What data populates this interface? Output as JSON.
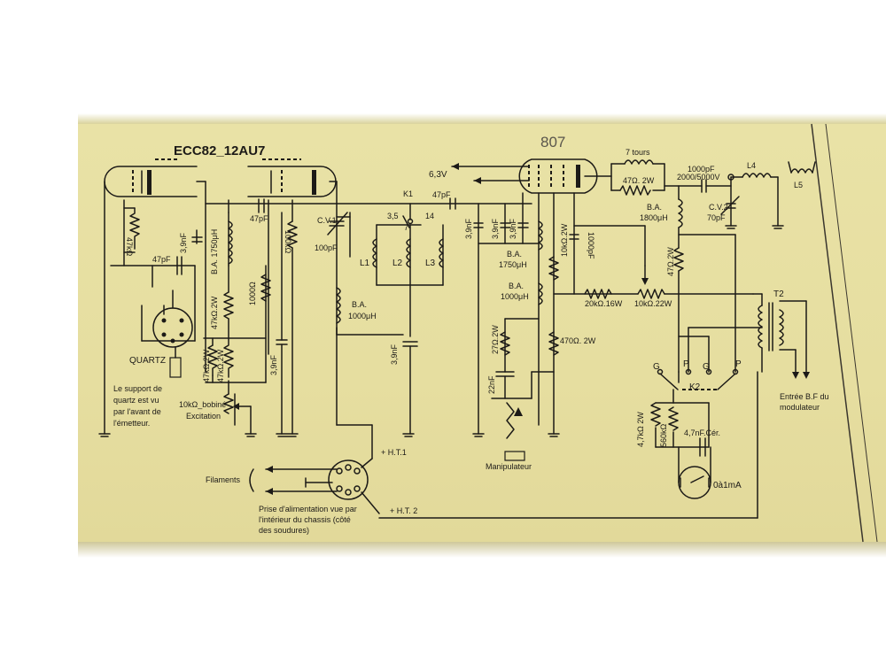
{
  "tubes": {
    "left": "ECC82_12AU7",
    "right": "807"
  },
  "voltages": {
    "heater": "6,3V",
    "ht1": "+ H.T.1",
    "ht2": "+ H.T. 2"
  },
  "crystal": {
    "name": "QUARTZ",
    "note": [
      "Le support de",
      "quartz est vu",
      "par l'avant de",
      "l'émetteur."
    ]
  },
  "components": {
    "r47k_top": "47kΩ",
    "c47pf_left": "47pF",
    "c39nf_a": "3,9nF",
    "c47pf_mid": "47pF",
    "ba1750_left": "B.A. 1750μH",
    "r100k": "100kΩ",
    "r47k2w_a": "47kΩ.2W",
    "r1000": "1000Ω",
    "r47k2w_b": "47kΩ.2W",
    "r47k2w_c": "47kΩ.2W",
    "c39nf_b": "3,9nF",
    "pot10k_l1": "10kΩ_bobiné",
    "pot10k_l2": "Excitation",
    "cv1_a": "C.V.1",
    "cv1_b": "100pF",
    "k1": "K1",
    "k1_pos_a": "3,5",
    "k1_pos_b": "7",
    "k1_pos_c": "14",
    "l1": "L1",
    "l2": "L2",
    "l3": "L3",
    "ba1000_a": "B.A.",
    "ba1000_b": "1000μH",
    "c39nf_c": "3,9nF",
    "c47pf_right": "47pF",
    "c39nf_d": "3,9nF",
    "c39nf_e": "3,9nF",
    "c39nf_f": "3,9nF",
    "ba1750_r_a": "B.A.",
    "ba1750_r_b": "1750μH",
    "ba1000_r_a": "B.A.",
    "ba1000_r_b": "1000μH",
    "r10k2w": "10kΩ.2W",
    "c1000pf": "1000pF",
    "r27": "27Ω.2W",
    "c22nf": "22nF",
    "r470": "470Ω. 2W",
    "r20k": "20kΩ.16W",
    "r10k22": "10kΩ.22W",
    "tours": "7 tours",
    "r47_2w": "47Ω. 2W",
    "c1000pf_hv_a": "1000pF",
    "c1000pf_hv_b": "2000/5000V",
    "ba1800_a": "B.A.",
    "ba1800_b": "1800μH",
    "r47_2w_v": "47Ω.2W",
    "cv2_a": "C.V.2",
    "cv2_b": "70pF",
    "l4": "L4",
    "l5": "L5",
    "t2": "T2",
    "k2": "K2",
    "g1": "G",
    "p1": "P",
    "g2": "G",
    "p2": "P",
    "r47k2w_d": "4,7kΩ 2W",
    "r560k": "560kΩ",
    "c47nf": "4,7nF.Cér.",
    "meter": "0à1mA",
    "manip": "Manipulateur",
    "modul": [
      "Entrée B.F du",
      "modulateur"
    ],
    "filaments": "Filaments",
    "prise": [
      "Prise d'alimentation vue par",
      "l'intérieur du chassis (côté",
      "des soudures)"
    ]
  }
}
